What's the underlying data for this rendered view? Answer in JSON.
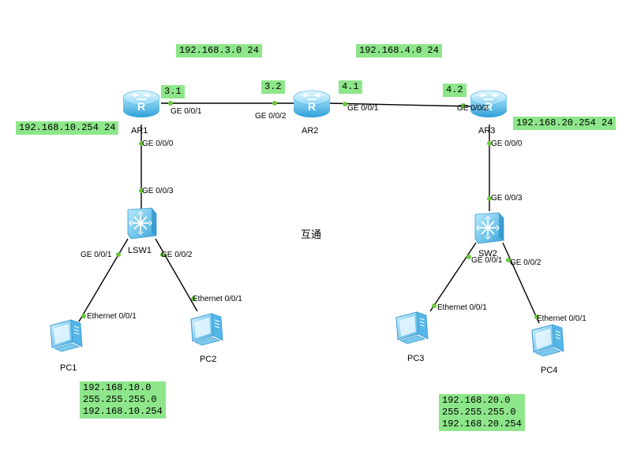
{
  "devices": {
    "ar1": "AR1",
    "ar2": "AR2",
    "ar3": "AR3",
    "lsw1": "LSW1",
    "sw2": "SW2",
    "pc1": "PC1",
    "pc2": "PC2",
    "pc3": "PC3",
    "pc4": "PC4"
  },
  "ports": {
    "ar1_g001": "GE 0/0/1",
    "ar2_g002": "GE 0/0/2",
    "ar2_g001": "GE 0/0/1",
    "ar3_g002": "GE 0/0/2",
    "ar1_g000": "GE 0/0/0",
    "lsw1_g003": "GE 0/0/3",
    "lsw1_g001": "GE 0/0/1",
    "lsw1_g002": "GE 0/0/2",
    "pc1_eth": "Ethernet 0/0/1",
    "pc2_eth": "Ethernet 0/0/1",
    "ar3_g000": "GE 0/0/0",
    "sw2_g003": "GE 0/0/3",
    "sw2_g001": "GE 0/0/1",
    "sw2_g002": "GE 0/0/2",
    "pc3_eth": "Ethernet 0/0/1",
    "pc4_eth": "Ethernet 0/0/1"
  },
  "notes": {
    "net3": "192.168.3.0 24",
    "net4": "192.168.4.0 24",
    "ar1_ip": "3.1",
    "ar2_ip_left": "3.2",
    "ar2_ip_right": "4.1",
    "ar3_ip": "4.2",
    "ar1_lan": "192.168.10.254 24",
    "ar3_lan": "192.168.20.254 24",
    "left_net": "192.168.10.0\n255.255.255.0\n192.168.10.254",
    "right_net": "192.168.20.0\n255.255.255.0\n192.168.20.254"
  },
  "center_text": "互通",
  "colors": {
    "note_bg": "#8ee68a",
    "device_blue": "#4fb5e8",
    "port_dot": "#6bc83a",
    "link": "#000000"
  },
  "icons": {
    "router": "router-icon",
    "switch": "switch-icon",
    "pc": "pc-icon"
  }
}
